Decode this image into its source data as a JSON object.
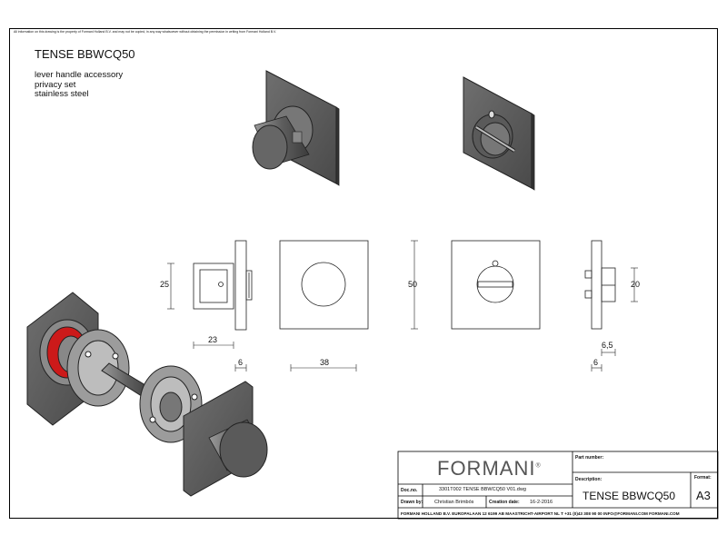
{
  "disclaimer": "All information on this drawing is the property of Formani Holland B.V. and may not be copied, in any way whatsoever without obtaining the permission in writing from Formani Holland B.V.",
  "product": {
    "title": "TENSE BBWCQ50",
    "description": [
      "lever handle accessory",
      "privacy set",
      "stainless steel"
    ]
  },
  "dimensions": {
    "d25": "25",
    "d23": "23",
    "d6a": "6",
    "d38": "38",
    "d50": "50",
    "d20": "20",
    "d65": "6,5",
    "d6b": "6"
  },
  "title_block": {
    "brand": "FORMANI",
    "brand_mark": "®",
    "part_number_label": "Part number:",
    "description_label": "Description:",
    "description_value": "TENSE BBWCQ50",
    "format_label": "Format:",
    "format_value": "A3",
    "doc_no_label": "Doc.no.",
    "doc_no_value": "3301T002 TENSE BBWCQ50 V01.dwg",
    "drawn_by_label": "Drawn by:",
    "drawn_by_value": "Christian Brimbós",
    "creation_date_label": "Creation date:",
    "creation_date_value": "16-2-2016",
    "footer": "FORMANI HOLLAND B.V.   EUROPALAAN 12  6199 AB MAASTRICHT-AIRPORT NL  T +31 (0)43 308 90 00 INFO@FORMANI.COM FORMANI.COM"
  }
}
